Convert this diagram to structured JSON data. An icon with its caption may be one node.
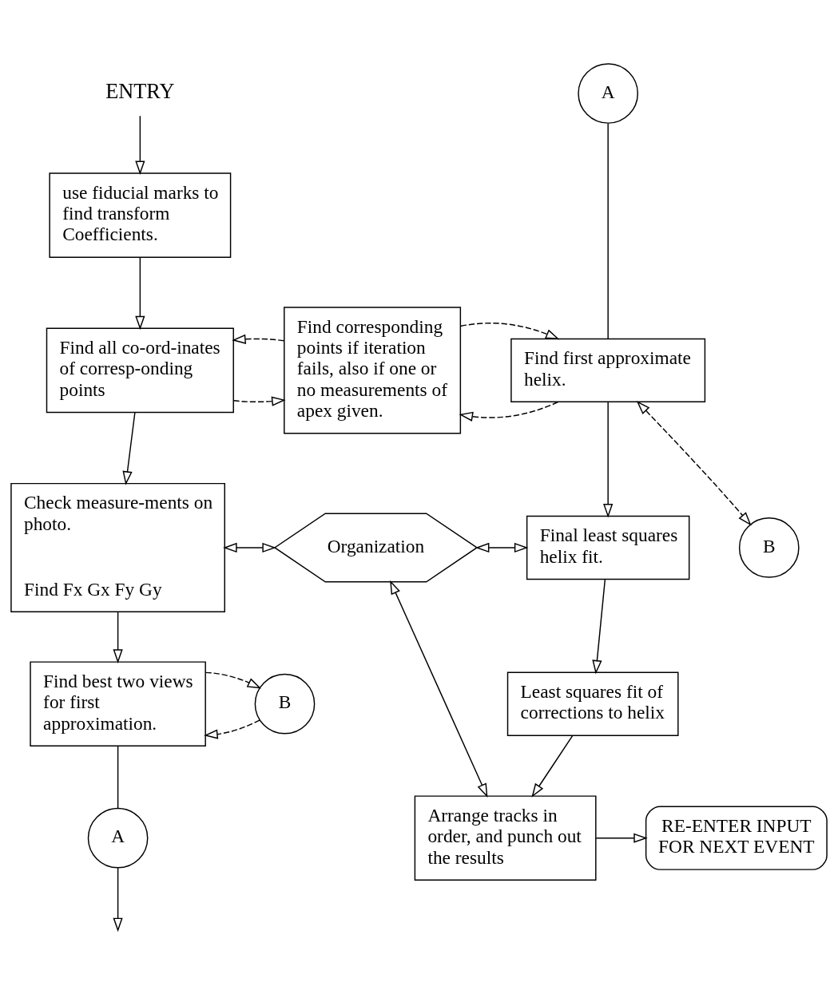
{
  "diagram": {
    "nodes": [
      {
        "text": [
          "ENTRY"
        ]
      },
      {
        "text": [
          "use fiducial marks to find transform Coefficients."
        ]
      },
      {
        "text": [
          "Find all co-ord-inates of corresp-onding points"
        ]
      },
      {
        "text": [
          "Find corresponding points if iteration fails, also if one or no measurements of apex given."
        ]
      },
      {
        "text": [
          "A"
        ]
      },
      {
        "text": [
          "Find first approximate helix."
        ]
      },
      {
        "text": [
          "B"
        ]
      },
      {
        "text": [
          "Organization"
        ]
      },
      {
        "text": [
          "Final least squares helix fit."
        ]
      },
      {
        "text": [
          "Check measure-ments on photo.",
          "Find Fx Gx Fy Gy"
        ]
      },
      {
        "text": [
          "Least squares fit of corrections to helix"
        ]
      },
      {
        "text": [
          "Find best two views for first approximation."
        ]
      },
      {
        "text": [
          "B"
        ]
      },
      {
        "text": [
          "Arrange tracks in order, and punch out the results"
        ]
      },
      {
        "text": [
          "RE-ENTER INPUT FOR NEXT EVENT"
        ]
      },
      {
        "text": [
          "A"
        ]
      }
    ],
    "edges": [
      {
        "from": 0,
        "to": 1,
        "arrow": "to"
      },
      {
        "from": 1,
        "to": 2,
        "arrow": "to"
      },
      {
        "from": 2,
        "to": 3,
        "arrow": "to",
        "style": "dashed"
      },
      {
        "from": 3,
        "to": 2,
        "arrow": "to",
        "style": "dashed"
      },
      {
        "from": 5,
        "to": 3,
        "arrow": "to",
        "style": "dashed"
      },
      {
        "from": 3,
        "to": 5,
        "arrow": "to",
        "style": "dashed"
      },
      {
        "from": 4,
        "to": 5,
        "arrow": "none"
      },
      {
        "from": 5,
        "to": 6,
        "arrow": "both",
        "style": "dashed"
      },
      {
        "from": 5,
        "to": 8,
        "arrow": "to"
      },
      {
        "from": 7,
        "to": 8,
        "arrow": "both"
      },
      {
        "from": 2,
        "to": 9,
        "arrow": "to"
      },
      {
        "from": 9,
        "to": 7,
        "arrow": "both"
      },
      {
        "from": 7,
        "to": 13,
        "arrow": "both"
      },
      {
        "from": 9,
        "to": 11,
        "arrow": "to"
      },
      {
        "from": 12,
        "to": 11,
        "arrow": "to",
        "style": "dashed"
      },
      {
        "from": 11,
        "to": 12,
        "arrow": "to",
        "style": "dashed"
      },
      {
        "from": 8,
        "to": 10,
        "arrow": "to"
      },
      {
        "from": 10,
        "to": 13,
        "arrow": "to"
      },
      {
        "from": 13,
        "to": 14,
        "arrow": "to"
      },
      {
        "from": 11,
        "to": 15,
        "arrow": "none"
      },
      {
        "from": 15,
        "to": null,
        "arrow": "to"
      }
    ]
  }
}
